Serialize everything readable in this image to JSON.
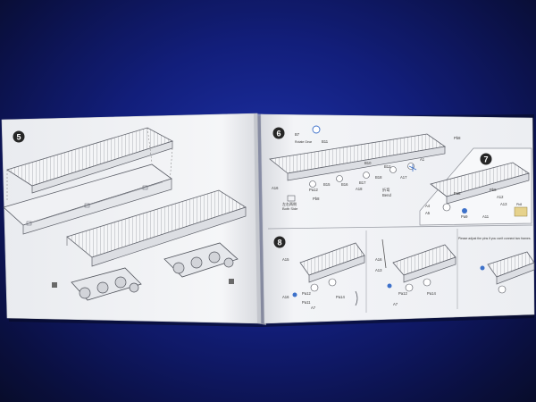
{
  "booklet": {
    "left_page": {
      "step_number": "5"
    },
    "right_page": {
      "step6": {
        "number": "6",
        "callouts": [
          "B7",
          "B11",
          "B10",
          "B12",
          "B16",
          "B17",
          "B15",
          "B18",
          "A16",
          "Pa12",
          "Pb8",
          "A18",
          "A17",
          "A1",
          "Pb8"
        ],
        "note_label": "Both Side",
        "note_label_cn": "左右两侧",
        "small_label": "Rotate Gear"
      },
      "step7": {
        "number": "7",
        "callouts": [
          "A4",
          "A5",
          "Pa8",
          "Pa9",
          "A11",
          "Pb8",
          "A12",
          "A13"
        ],
        "note_label": "Bend",
        "note_label_cn": "折弯",
        "part_label": "Pb8"
      },
      "step8": {
        "number": "8",
        "callouts": [
          "A15",
          "A16",
          "Pa12",
          "Pa11",
          "Pa14",
          "A7",
          "A16",
          "A13",
          "Pa12",
          "A7",
          "Pa14"
        ],
        "caption_en": "Please adjust the pins if you can't connect two frames."
      }
    }
  },
  "colors": {
    "fabric": "#0e1a78",
    "paper": "#f2f3f5",
    "line": "#5a5d66",
    "accent_blue": "#3a6fc9"
  }
}
